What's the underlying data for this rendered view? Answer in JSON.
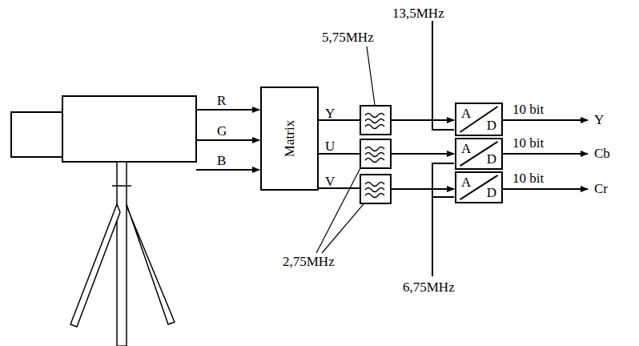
{
  "diagram": {
    "nodes": [
      {
        "text": [
          "Matrix"
        ]
      },
      {
        "text": [
          "A",
          "D"
        ]
      },
      {
        "text": [
          "A",
          "D"
        ]
      },
      {
        "text": [
          "A",
          "D"
        ]
      }
    ],
    "edges": [
      {
        "from": 0,
        "to": 1,
        "arrow": "to",
        "label": "Y"
      },
      {
        "from": 0,
        "to": 2,
        "arrow": "to",
        "label": "U"
      },
      {
        "from": 0,
        "to": 3,
        "arrow": "to",
        "label": "V"
      }
    ],
    "labels": [
      "R",
      "G",
      "B",
      "5,75MHz",
      "13,5MHz",
      "2,75MHz",
      "6,75MHz",
      "10 bit",
      "10 bit",
      "10 bit",
      "Y",
      "Cb",
      "Cr"
    ]
  }
}
